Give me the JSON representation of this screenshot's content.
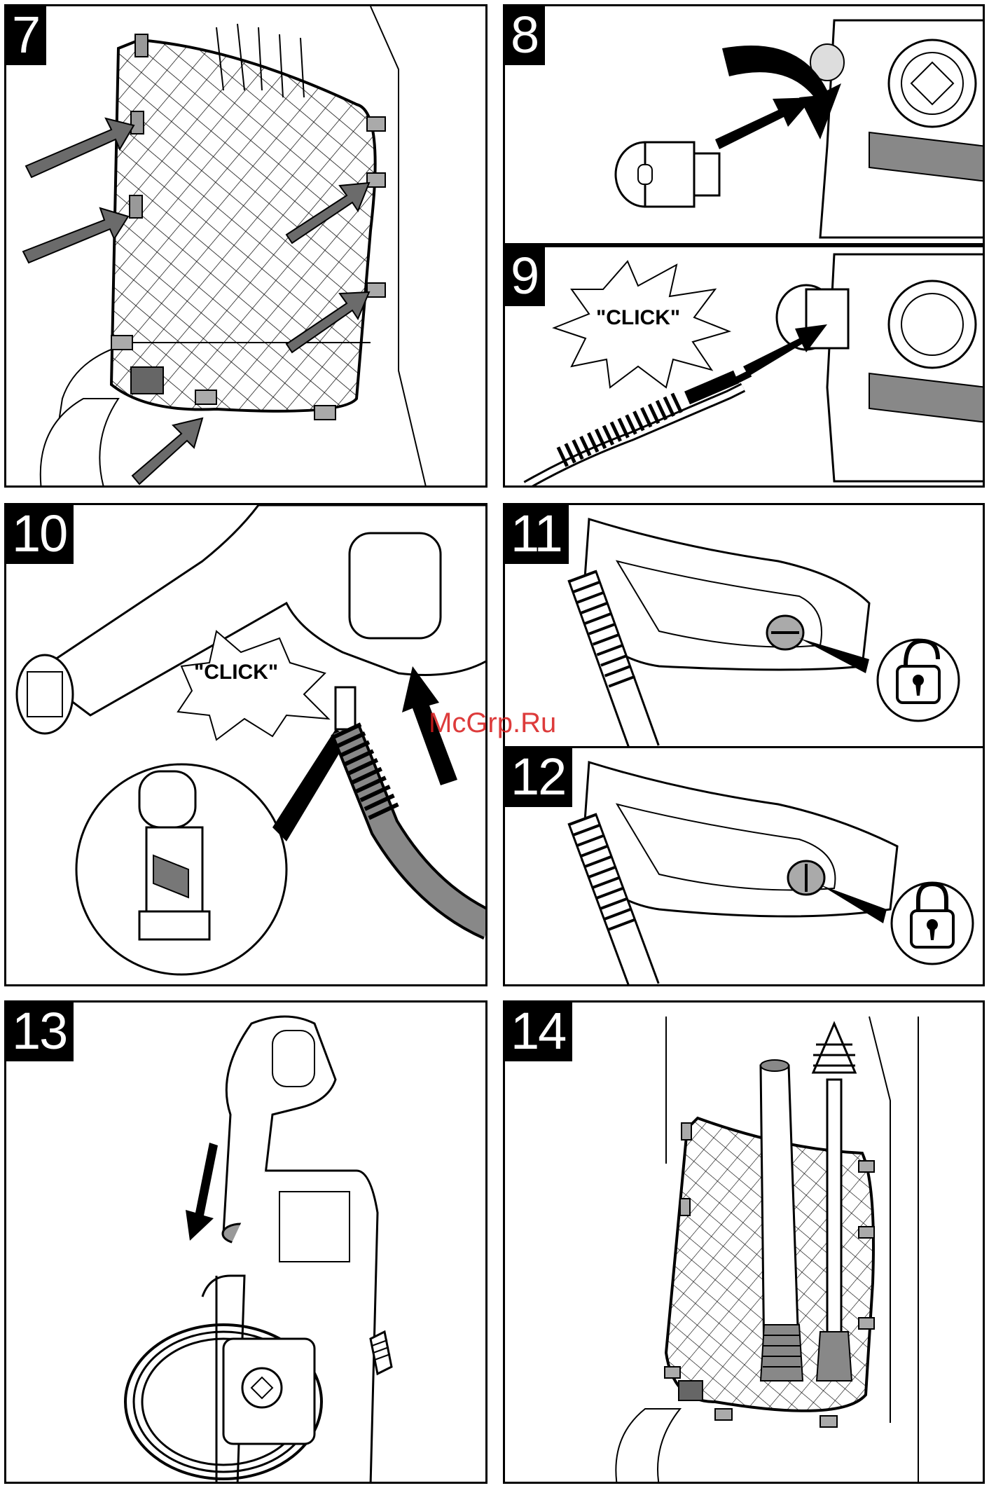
{
  "panels": {
    "p7": {
      "number": "7"
    },
    "p8": {
      "number": "8"
    },
    "p9": {
      "number": "9",
      "sound": "\"CLICK\""
    },
    "p10": {
      "number": "10",
      "sound": "\"CLICK\""
    },
    "p11": {
      "number": "11"
    },
    "p12": {
      "number": "12"
    },
    "p13": {
      "number": "13"
    },
    "p14": {
      "number": "14"
    }
  },
  "watermark": "McGrp.Ru",
  "icons": {
    "p11": "unlocked-padlock-icon",
    "p12": "locked-padlock-icon"
  },
  "colors": {
    "arrow": "#6b6b6b",
    "line": "#000000",
    "watermark": "#d81a1a"
  }
}
